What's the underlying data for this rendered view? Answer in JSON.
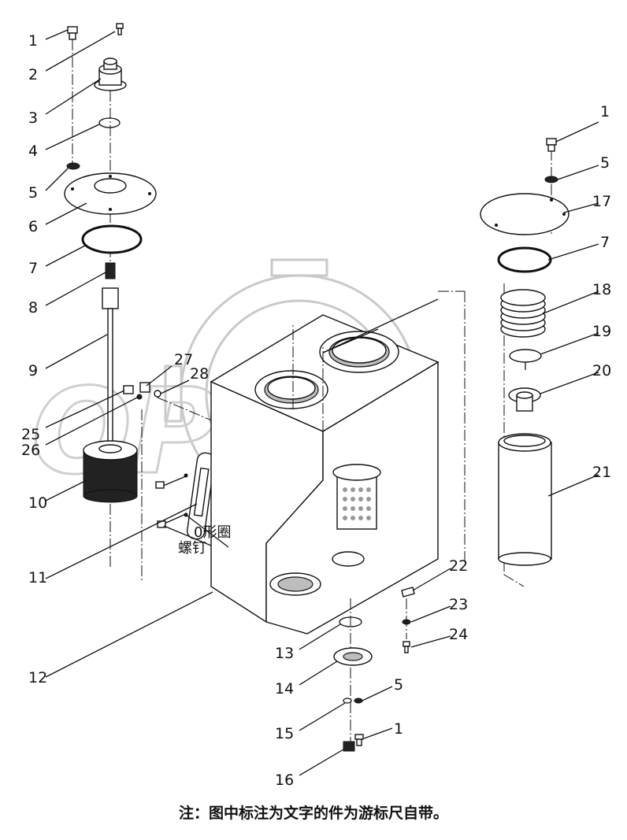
{
  "callouts": [
    {
      "id": "c1a",
      "text": "1"
    },
    {
      "id": "c2",
      "text": "2"
    },
    {
      "id": "c3",
      "text": "3"
    },
    {
      "id": "c4",
      "text": "4"
    },
    {
      "id": "c5a",
      "text": "5"
    },
    {
      "id": "c6",
      "text": "6"
    },
    {
      "id": "c7a",
      "text": "7"
    },
    {
      "id": "c8",
      "text": "8"
    },
    {
      "id": "c9",
      "text": "9"
    },
    {
      "id": "c25",
      "text": "25"
    },
    {
      "id": "c26",
      "text": "26"
    },
    {
      "id": "c27",
      "text": "27"
    },
    {
      "id": "c28",
      "text": "28"
    },
    {
      "id": "c10",
      "text": "10"
    },
    {
      "id": "c11",
      "text": "11"
    },
    {
      "id": "c12",
      "text": "12"
    },
    {
      "id": "c1b",
      "text": "1"
    },
    {
      "id": "c5b",
      "text": "5"
    },
    {
      "id": "c17",
      "text": "17"
    },
    {
      "id": "c7b",
      "text": "7"
    },
    {
      "id": "c18",
      "text": "18"
    },
    {
      "id": "c19",
      "text": "19"
    },
    {
      "id": "c20",
      "text": "20"
    },
    {
      "id": "c21",
      "text": "21"
    },
    {
      "id": "c22",
      "text": "22"
    },
    {
      "id": "c23",
      "text": "23"
    },
    {
      "id": "c24",
      "text": "24"
    },
    {
      "id": "c13",
      "text": "13"
    },
    {
      "id": "c14",
      "text": "14"
    },
    {
      "id": "c5c",
      "text": "5"
    },
    {
      "id": "c15",
      "text": "15"
    },
    {
      "id": "c1c",
      "text": "1"
    },
    {
      "id": "c16",
      "text": "16"
    }
  ],
  "annotations": {
    "oring": "0形圈",
    "screw": "螺钉"
  },
  "watermark": "OPEX",
  "note": "注：图中标注为文字的件为游标尺自带。",
  "colors": {
    "line": "#111111",
    "watermark": "#c9c9c9",
    "shade": "#bdbdbd"
  }
}
